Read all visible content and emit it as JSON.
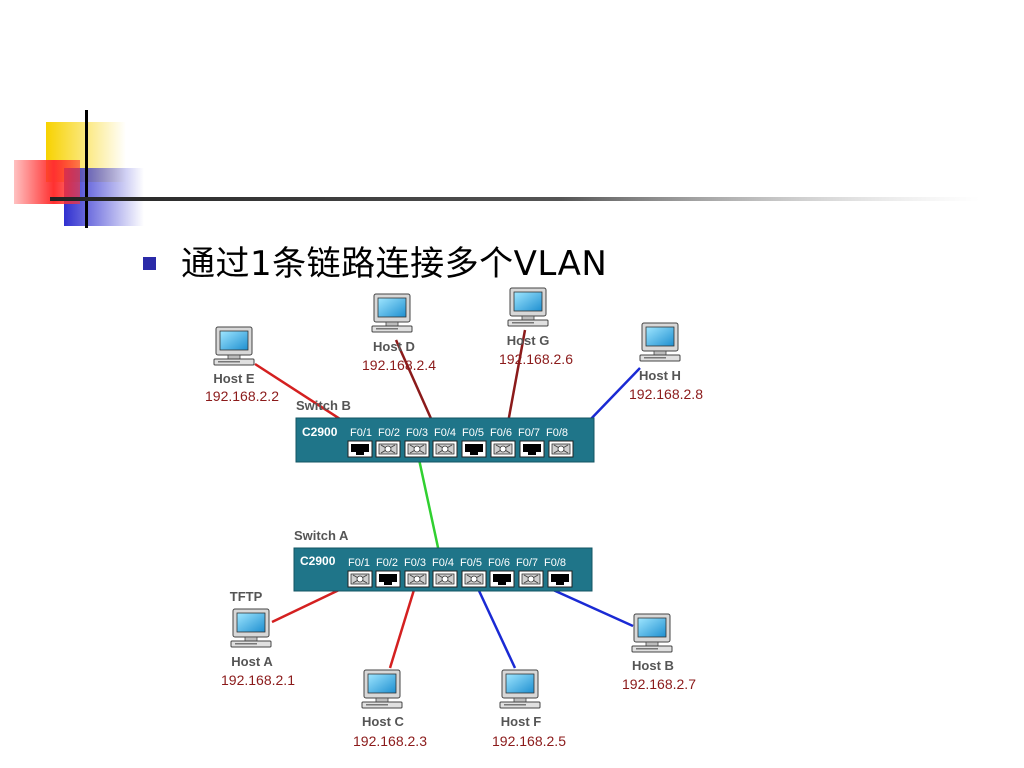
{
  "slide": {
    "bullet_text": "通过1条链路连接多个VLAN",
    "accent_colors": {
      "yellow": "#f7d200",
      "red": "#ff3030",
      "blue": "#3030d0",
      "bullet": "#2a2aa8"
    }
  },
  "diagram": {
    "switch_b": {
      "label": "Switch B",
      "model": "C2900",
      "ports": [
        "F0/1",
        "F0/2",
        "F0/3",
        "F0/4",
        "F0/5",
        "F0/6",
        "F0/7",
        "F0/8"
      ],
      "connected_ports": [
        2,
        3,
        4,
        6,
        8
      ]
    },
    "switch_a": {
      "label": "Switch A",
      "model": "C2900",
      "ports": [
        "F0/1",
        "F0/2",
        "F0/3",
        "F0/4",
        "F0/5",
        "F0/6",
        "F0/7",
        "F0/8"
      ],
      "connected_ports": [
        1,
        3,
        4,
        5,
        7
      ]
    },
    "hosts": [
      {
        "id": "host-e",
        "name": "Host E",
        "ip": "192.168.2.2",
        "extra": ""
      },
      {
        "id": "host-d",
        "name": "Host D",
        "ip": "192.168.2.4",
        "extra": ""
      },
      {
        "id": "host-g",
        "name": "Host G",
        "ip": "192.168.2.6",
        "extra": ""
      },
      {
        "id": "host-h",
        "name": "Host H",
        "ip": "192.168.2.8",
        "extra": ""
      },
      {
        "id": "host-a",
        "name": "Host A",
        "ip": "192.168.2.1",
        "extra": "TFTP"
      },
      {
        "id": "host-c",
        "name": "Host C",
        "ip": "192.168.2.3",
        "extra": ""
      },
      {
        "id": "host-f",
        "name": "Host F",
        "ip": "192.168.2.5",
        "extra": ""
      },
      {
        "id": "host-b",
        "name": "Host B",
        "ip": "192.168.2.7",
        "extra": ""
      }
    ],
    "links": [
      {
        "from": "host-e",
        "to": "switch_b.F0/2",
        "color": "#d42020"
      },
      {
        "from": "host-d",
        "to": "switch_b.F0/4",
        "color": "#8b1a1a"
      },
      {
        "from": "host-g",
        "to": "switch_b.F0/6",
        "color": "#8b1a1a"
      },
      {
        "from": "host-h",
        "to": "switch_b.F0/8",
        "color": "#1a2ad4"
      },
      {
        "from": "switch_b.F0/3",
        "to": "switch_a.F0/4",
        "color": "#30d030"
      },
      {
        "from": "host-a",
        "to": "switch_a.F0/1",
        "color": "#d42020"
      },
      {
        "from": "host-c",
        "to": "switch_a.F0/3",
        "color": "#d42020"
      },
      {
        "from": "host-f",
        "to": "switch_a.F0/5",
        "color": "#1a2ad4"
      },
      {
        "from": "host-b",
        "to": "switch_a.F0/7",
        "color": "#1a2ad4"
      }
    ]
  }
}
